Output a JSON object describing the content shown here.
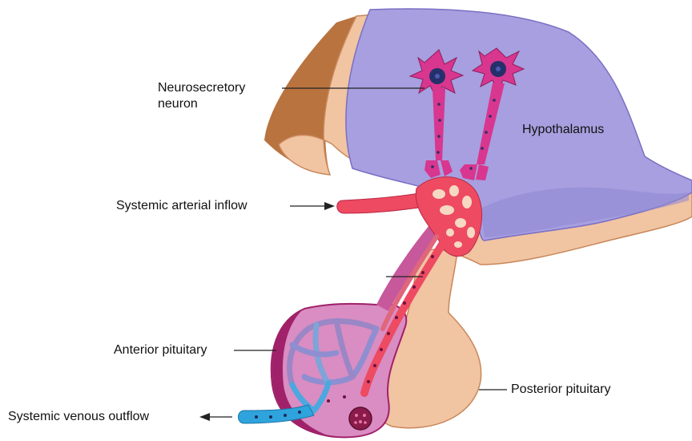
{
  "labels": {
    "neuron_line1": "Neurosecretory",
    "neuron_line2": "neuron",
    "hypothalamus": "Hypothalamus",
    "arterial_inflow": "Systemic arterial inflow",
    "anterior_pituitary": "Anterior pituitary",
    "posterior_pituitary": "Posterior pituitary",
    "venous_outflow": "Systemic venous outflow"
  },
  "colors": {
    "hypothalamus": "#a79fdf",
    "tissue": "#f1c4a2",
    "tissue_edge": "#c8875a",
    "neuron": "#d8368f",
    "artery": "#ee4a62",
    "vein": "#2fa3dc",
    "anterior_lobe": "#d98dc2",
    "anterior_rim": "#a0216a"
  }
}
